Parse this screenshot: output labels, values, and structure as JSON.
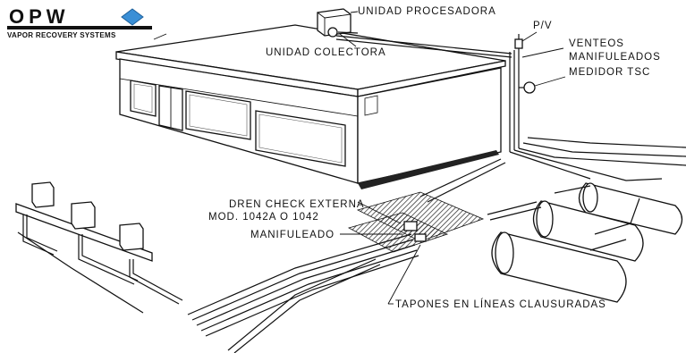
{
  "brand": {
    "logo_text": "OPW",
    "tagline": "VAPOR RECOVERY SYSTEMS",
    "accent_color": "#3a8fd6"
  },
  "labels": {
    "processor_unit": "UNIDAD PROCESADORA",
    "collector_unit": "UNIDAD COLECTORA",
    "pv": "P/V",
    "vents_line1": "VENTEOS",
    "vents_line2": "MANIFULEADOS",
    "tsc_meter": "MEDIDOR TSC",
    "check_drain_line1": "DREN CHECK EXTERNA",
    "check_drain_line2": "MOD. 1042A O 1042",
    "manifold": "MANIFULEADO",
    "plugs": "TAPONES EN LÍNEAS CLAUSURADAS"
  }
}
